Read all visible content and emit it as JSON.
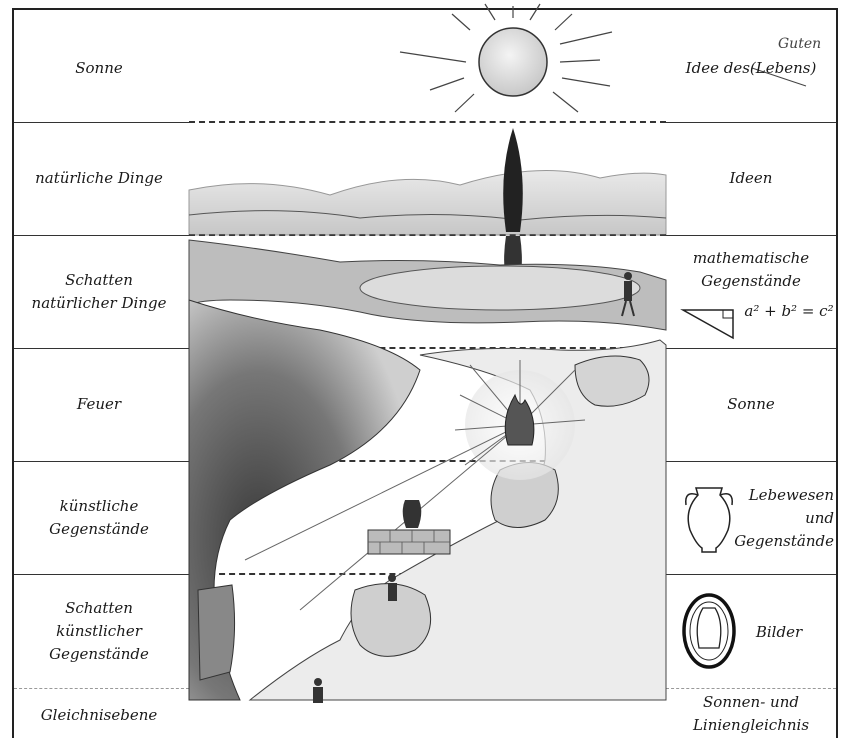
{
  "levels": {
    "sun": {
      "left": "Sonne",
      "right_prefix": "Idee des",
      "right_struck": "Lebens",
      "right_handwritten": "Guten"
    },
    "natural_things": {
      "left": "natürliche Dinge",
      "right": "Ideen"
    },
    "shadows_natural": {
      "left_1": "Schatten",
      "left_2": "natürlicher Dinge",
      "right_1": "mathematische",
      "right_2": "Gegenstände",
      "formula": "a² + b² = c²"
    },
    "fire": {
      "left": "Feuer",
      "right": "Sonne"
    },
    "artificial": {
      "left_1": "künstliche",
      "left_2": "Gegenstände",
      "right_1": "Lebewesen",
      "right_2": "und",
      "right_3": "Gegenstände"
    },
    "shadows_artificial": {
      "left_1": "Schatten",
      "left_2": "künstlicher",
      "left_3": "Gegenstände",
      "right": "Bilder"
    },
    "parable": {
      "left": "Gleichnisebene",
      "right_1": "Sonnen- und",
      "right_2": "Liniengleichnis"
    }
  },
  "icons": [
    "sun-icon",
    "cypress-tree-icon",
    "tree-reflection-icon",
    "triangle-icon",
    "fire-icon",
    "vase-icon",
    "vase-image-icon",
    "cave-wall-icon",
    "person-icon"
  ]
}
